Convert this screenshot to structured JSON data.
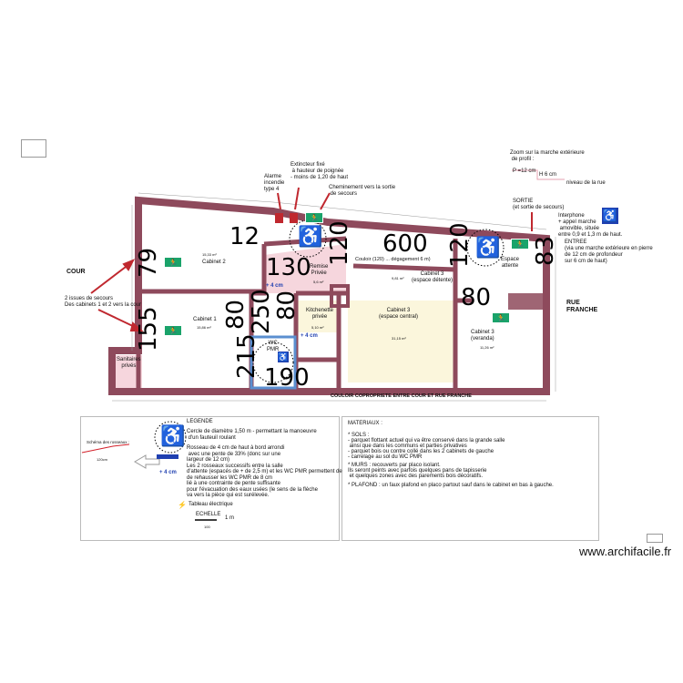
{
  "annotations": {
    "zoom_title": "Zoom sur la marche extérieure\n de profil :",
    "step_depth": "P =12 cm",
    "step_height": "H 6 cm",
    "street_level": "niveau de la rue",
    "alarm": "Alarme\nincendie\ntype 4",
    "extinguisher": "Extincteur fixé\n à hauteur de poignée\n- moins de 1,20 de haut",
    "path_exit": "Cheminement vers la sortie\n de secours",
    "exit": "SORTIE\n(et sortie de secours)",
    "intercom": "Interphone\n+ appel marche\n amovible, située\nentre 0,9 et 1,3 m de haut.",
    "entrance": "ENTREE\n(via une marche extérieure en pierre\nde 12 cm de profondeur\nsur 6 cm de haut)",
    "cour": "COUR",
    "rue_franche": "RUE\nFRANCHE",
    "emergency_exits": "2 issues de secours\nDes cabinets 1 et 2 vers la cour",
    "couloir_copro": "COULOIR COPROPRIETE ENTRE COUR ET RUE FRANCHE",
    "couloir": "Couloir (120) ... dégagement 6 m)"
  },
  "rooms": {
    "cabinet2": "Cabinet 2",
    "cabinet2_area": "15,33 m²",
    "cabinet1": "Cabinet 1",
    "cabinet1_area": "15,86 m²",
    "remise": "Remise\nPrivée",
    "remise_area": "5,6 m²",
    "kitchenette": "Kitchenette\nprivée",
    "kitchenette_area": "5,10 m²",
    "wc": "WC\nPMR",
    "sanitaires": "Sanitaires\nprivés",
    "cabinet3_detente": "Cabinet 3\n(espace détente)",
    "cabinet3_detente_area": "9,81 m²",
    "cabinet3_central": "Cabinet 3\n(espace central)",
    "cabinet3_central_area": "31,15 m²",
    "espace_attente": "Espace\nattente",
    "cabinet3_veranda": "Cabinet 3\n(veranda)",
    "cabinet3_veranda_area": "11,26 m²"
  },
  "dimensions": {
    "d600": "600",
    "d120a": "120",
    "d120b": "120",
    "d83": "83",
    "d79": "79",
    "d155": "155",
    "d130": "130",
    "d250": "250",
    "d80a": "80",
    "d80b": "80",
    "d80c": "80",
    "d215": "215",
    "d190": "190",
    "d12": "12",
    "ramp1": "+ 4 cm",
    "ramp2": "+ 4 cm"
  },
  "legend": {
    "title": "LEGENDE",
    "circle": "Cercle de diamètre 1,50 m - permettant la manoeuvre\n d'un fauteuil roulant",
    "ramp": "Rosseau de 4 cm de haut à bord arrondi\n avec une pente de 33% (donc sur une\nlargeur de 12 cm)\nLes 2 rosseaux successifs entre la salle\nd'attente (espacés de + de 2,5 m) et les WC PMR permettent de\nde rehausser les WC PMR de 8 cm\nlié à une contrainte de pente suffisante\npour l'évacuation des eaux usées (le sens de la flèche\nva vers la pièce qui est surélevée.",
    "ramp_schema": "Schéma des rosseaux :",
    "ramp_schema_width": "120cm",
    "ramp_plus": "+ 4 cm",
    "tableau": "Tableau électrique",
    "echelle": "ECHELLE",
    "echelle_value": "1 m",
    "echelle_scale": "100"
  },
  "materials": {
    "title": "MATERIAUX :",
    "sols": "* SOLS :\n- parquet flottant actuel qui va être conservé dans la grande salle\n ainsi que dans les communs et parties privatives\n- parquet bois ou contre collé dans les 2 cabinets de gauche\n- carrelage au sol du WC PMR",
    "murs": "* MURS : recouverts par placo isolant.\nIls seront peints avec parfois quelques pans de tapisserie\n et quelques zones avec des parements bois décoratifs.",
    "plafond": "* PLAFOND : un faux plafond en placo partout sauf dans le cabinet en bas à gauche."
  },
  "watermark": "www.archifacile.fr",
  "colors": {
    "wall": "#8e4a5c",
    "pink_room": "#f6d6dd",
    "yellow_room": "#fbf6dc",
    "exit_sign": "#1aa36a",
    "alarm": "#c0282f",
    "wc_border": "#5b8fd0",
    "pmr_blue": "#1f3fb0"
  }
}
